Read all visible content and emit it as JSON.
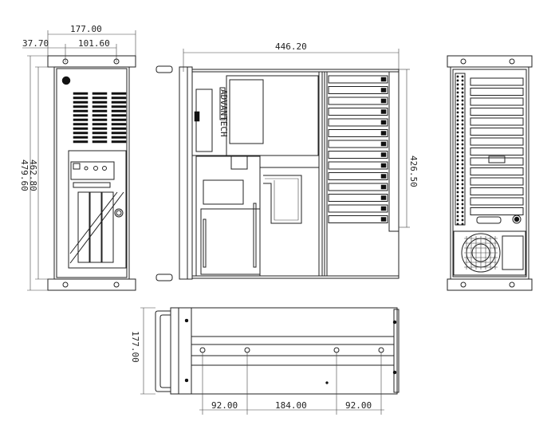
{
  "dimensions": {
    "front_width": "177.00",
    "front_hole_offset": "37.70",
    "front_hole_spacing": "101.60",
    "front_height_inner": "462.80",
    "front_height_outer": "479.60",
    "side_depth": "446.20",
    "side_height": "426.50",
    "top_height": "177.00",
    "top_seg_left": "92.00",
    "top_seg_mid": "184.00",
    "top_seg_right": "92.00"
  },
  "side_labels": {
    "drive_label": "ADVANTECH"
  },
  "colors": {
    "line": "#222222",
    "fill": "#111111"
  }
}
